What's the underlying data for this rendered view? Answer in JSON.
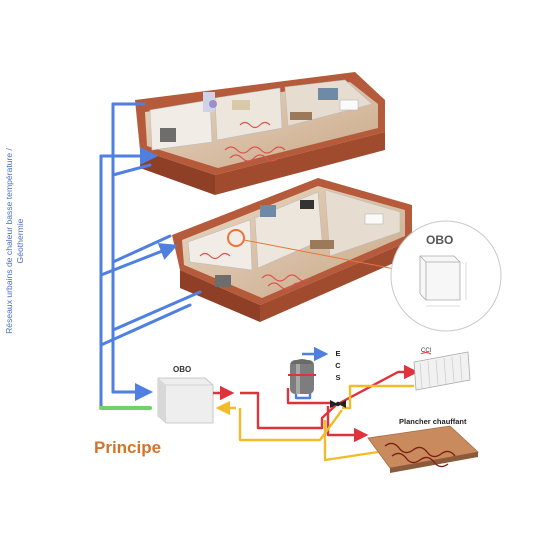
{
  "labels": {
    "network": "Réseaux urbains de chaleur basse température / Géothermie",
    "obo_detail": "OBO",
    "obo_unit": "OBO",
    "ecs": "E\nC\nS",
    "heating_floor": "Plancher chauffant",
    "principle": "Principe"
  },
  "colors": {
    "blue_pipe": "#4f7fe0",
    "red_pipe": "#e0323a",
    "yellow_pipe": "#f2bb2a",
    "green_pipe": "#6fd36a",
    "orange_accent": "#e8743a",
    "title_orange": "#d4742a"
  }
}
